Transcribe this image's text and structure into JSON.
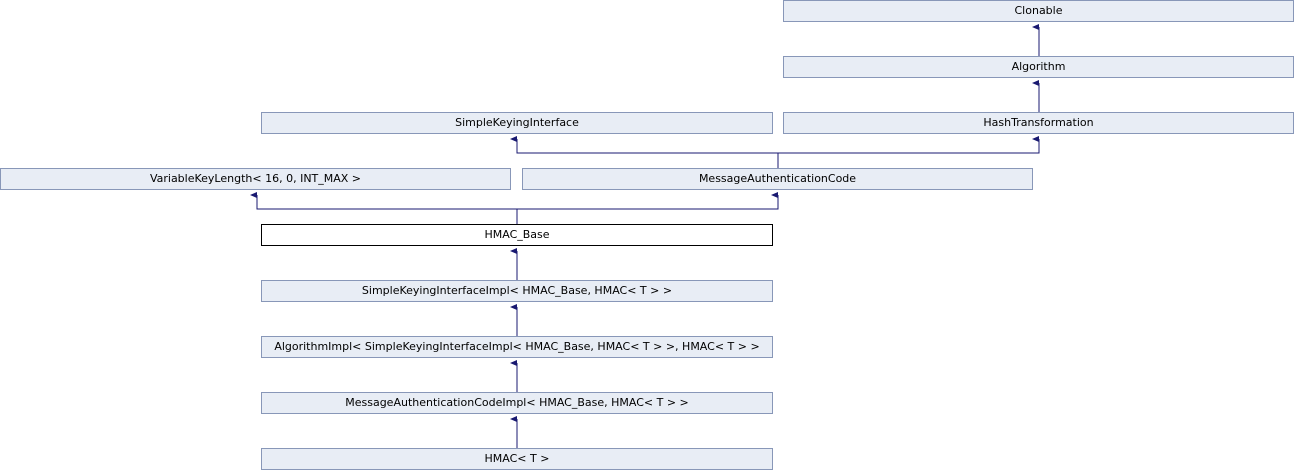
{
  "colors": {
    "node_fill": "#e8edf5",
    "node_border": "#8897b8",
    "current_node_fill": "#ffffff",
    "current_node_border": "#000000",
    "edge": "#191970"
  },
  "nodes": {
    "clonable": "Clonable",
    "algorithm": "Algorithm",
    "simple_keying_interface": "SimpleKeyingInterface",
    "hash_transformation": "HashTransformation",
    "variable_key_length": "VariableKeyLength< 16, 0, INT_MAX >",
    "message_authentication_code": "MessageAuthenticationCode",
    "hmac_base": "HMAC_Base",
    "simple_keying_interface_impl": "SimpleKeyingInterfaceImpl< HMAC_Base, HMAC< T > >",
    "algorithm_impl": "AlgorithmImpl< SimpleKeyingInterfaceImpl< HMAC_Base, HMAC< T > >, HMAC< T > >",
    "message_authentication_code_impl": "MessageAuthenticationCodeImpl< HMAC_Base, HMAC< T > >",
    "hmac_t": "HMAC< T >"
  }
}
